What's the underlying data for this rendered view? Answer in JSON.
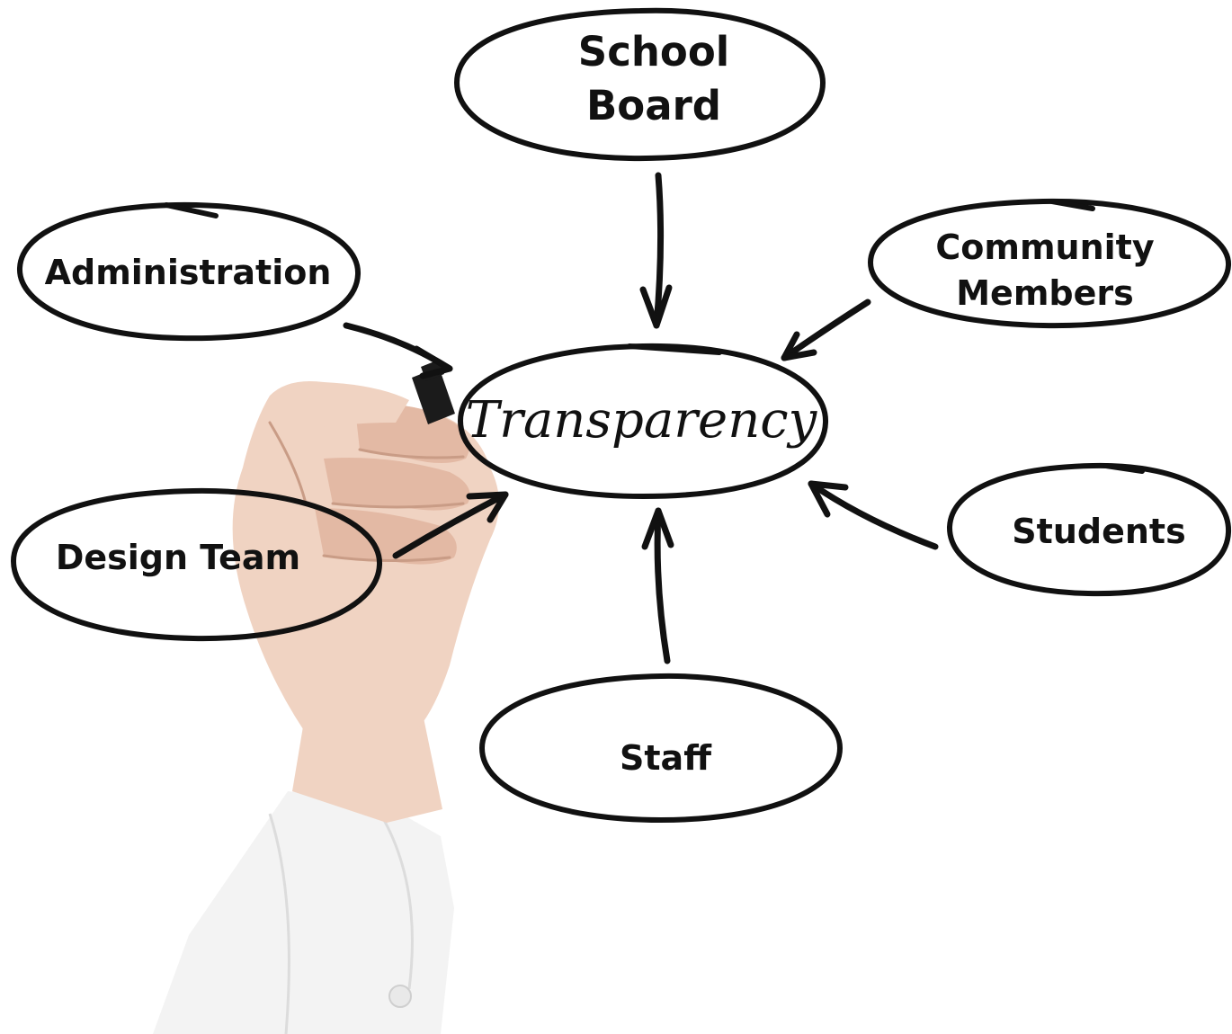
{
  "diagram": {
    "center": {
      "label": "Transparency"
    },
    "nodes": [
      {
        "id": "school-board",
        "lines": [
          "School",
          "Board"
        ]
      },
      {
        "id": "administration",
        "lines": [
          "Administration"
        ]
      },
      {
        "id": "community-members",
        "lines": [
          "Community",
          "Members"
        ]
      },
      {
        "id": "design-team",
        "lines": [
          "Design Team"
        ]
      },
      {
        "id": "students",
        "lines": [
          "Students"
        ]
      },
      {
        "id": "staff",
        "lines": [
          "Staff"
        ]
      }
    ],
    "edges": [
      {
        "from": "school-board",
        "to": "transparency"
      },
      {
        "from": "administration",
        "to": "transparency"
      },
      {
        "from": "community-members",
        "to": "transparency"
      },
      {
        "from": "design-team",
        "to": "transparency"
      },
      {
        "from": "students",
        "to": "transparency"
      },
      {
        "from": "staff",
        "to": "transparency"
      }
    ]
  },
  "illustration": {
    "hand_holding_marker": true
  },
  "colors": {
    "ink": "#111111",
    "background": "#ffffff",
    "skin": "#f0d3c2",
    "sleeve": "#f3f3f3"
  }
}
